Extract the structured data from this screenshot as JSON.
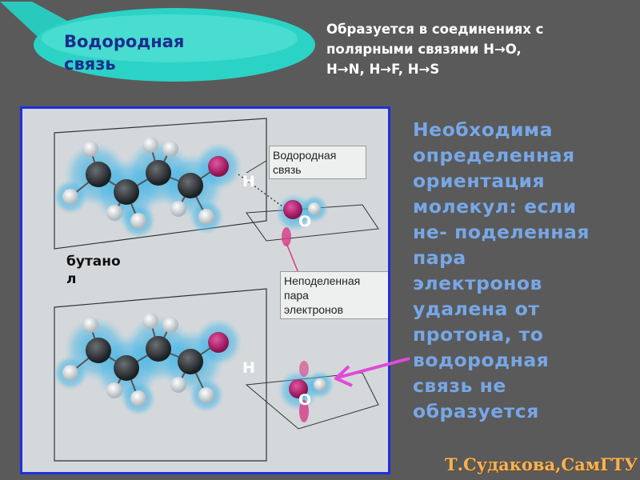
{
  "title": {
    "line1": "Водородная",
    "line2": "связь"
  },
  "top_note": {
    "lines": [
      "Образуется в соединениях с",
      "полярными связями H→O,",
      "H→N, H→F, H→S"
    ]
  },
  "figure": {
    "label_hbond": [
      "Водородная",
      "связь"
    ],
    "label_lone_pair": [
      "Неподеленная",
      "пара",
      "электронов"
    ],
    "atom_h_top": "H",
    "atom_o_top": "O",
    "atom_h_bottom": "H",
    "atom_o_bottom": "O",
    "molecule_name": "бутанол"
  },
  "right_text": {
    "lines": [
      "Необходима",
      "определенная",
      "ориентация",
      "молекул: если",
      "не- поделенная",
      "пара",
      "электронов",
      "удалена от",
      "протона, то",
      "водородная",
      "связь не",
      "образуется"
    ]
  },
  "signature": "Т.Судакова,СамГТУ",
  "colors": {
    "background": "#5a5a5a",
    "bubble": "#2bd3c6",
    "title_text": "#1a2d8c",
    "right_text": "#77a7e6",
    "panel_border": "#1f2fe0",
    "arrow": "#e04ad8",
    "signature": "#f2b25a"
  }
}
